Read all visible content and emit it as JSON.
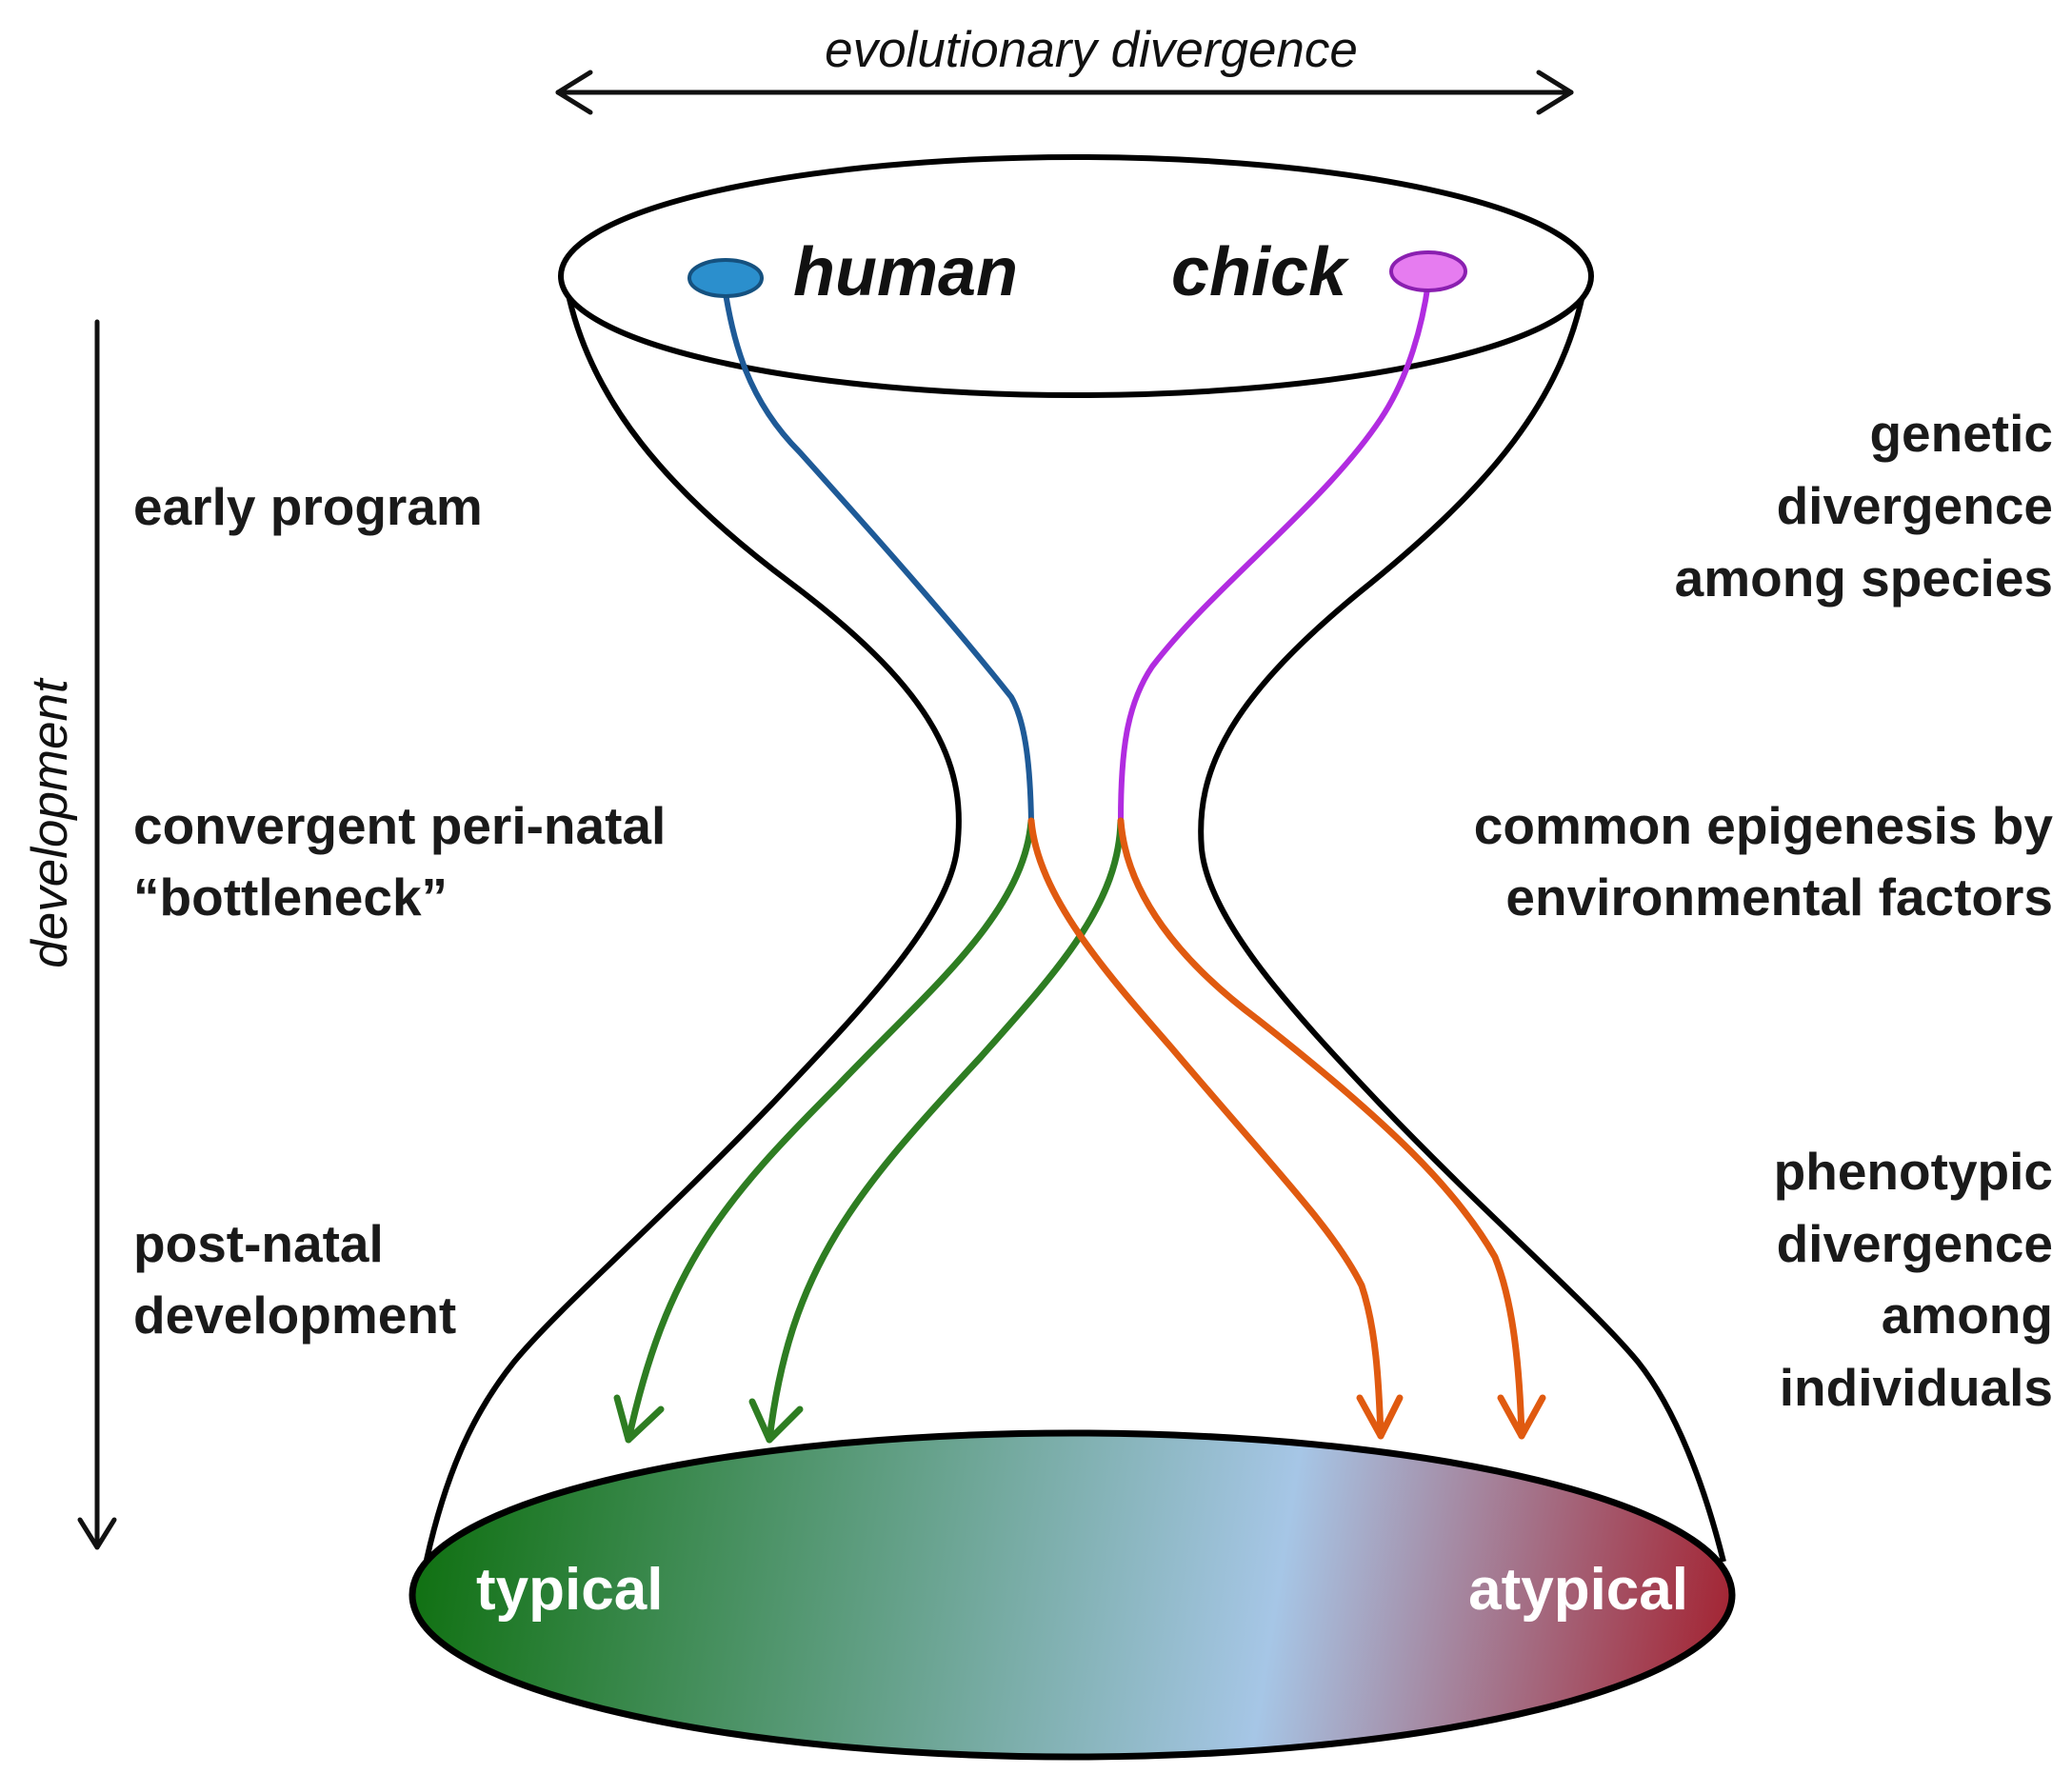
{
  "top_axis": {
    "label": "evolutionary divergence"
  },
  "left_axis": {
    "label": "development"
  },
  "species": [
    {
      "label": "human",
      "color": "#2b8fcd",
      "path_color": "#1e5a97"
    },
    {
      "label": "chick",
      "color": "#e67cf0",
      "path_color": "#b12ce0"
    }
  ],
  "stages_left": {
    "early": "early program",
    "bottleneck_line1": "convergent peri-natal",
    "bottleneck_line2": "“bottleneck”",
    "postnatal_line1": "post-natal",
    "postnatal_line2": "development"
  },
  "stages_right": {
    "genetic_line1": "genetic",
    "genetic_line2": "divergence",
    "genetic_line3": "among species",
    "epigenesis_line1": "common epigenesis by",
    "epigenesis_line2": "environmental factors",
    "phenotypic_line1": "phenotypic",
    "phenotypic_line2": "divergence",
    "phenotypic_line3": "among",
    "phenotypic_line4": "individuals"
  },
  "outcomes": {
    "typical": {
      "label": "typical",
      "color": "#0f7010",
      "arrow_color": "#2e7d22"
    },
    "atypical": {
      "label": "atypical",
      "color": "#a3202e",
      "arrow_color": "#e05a10"
    },
    "midpoint_color": "#a6c6e6"
  }
}
